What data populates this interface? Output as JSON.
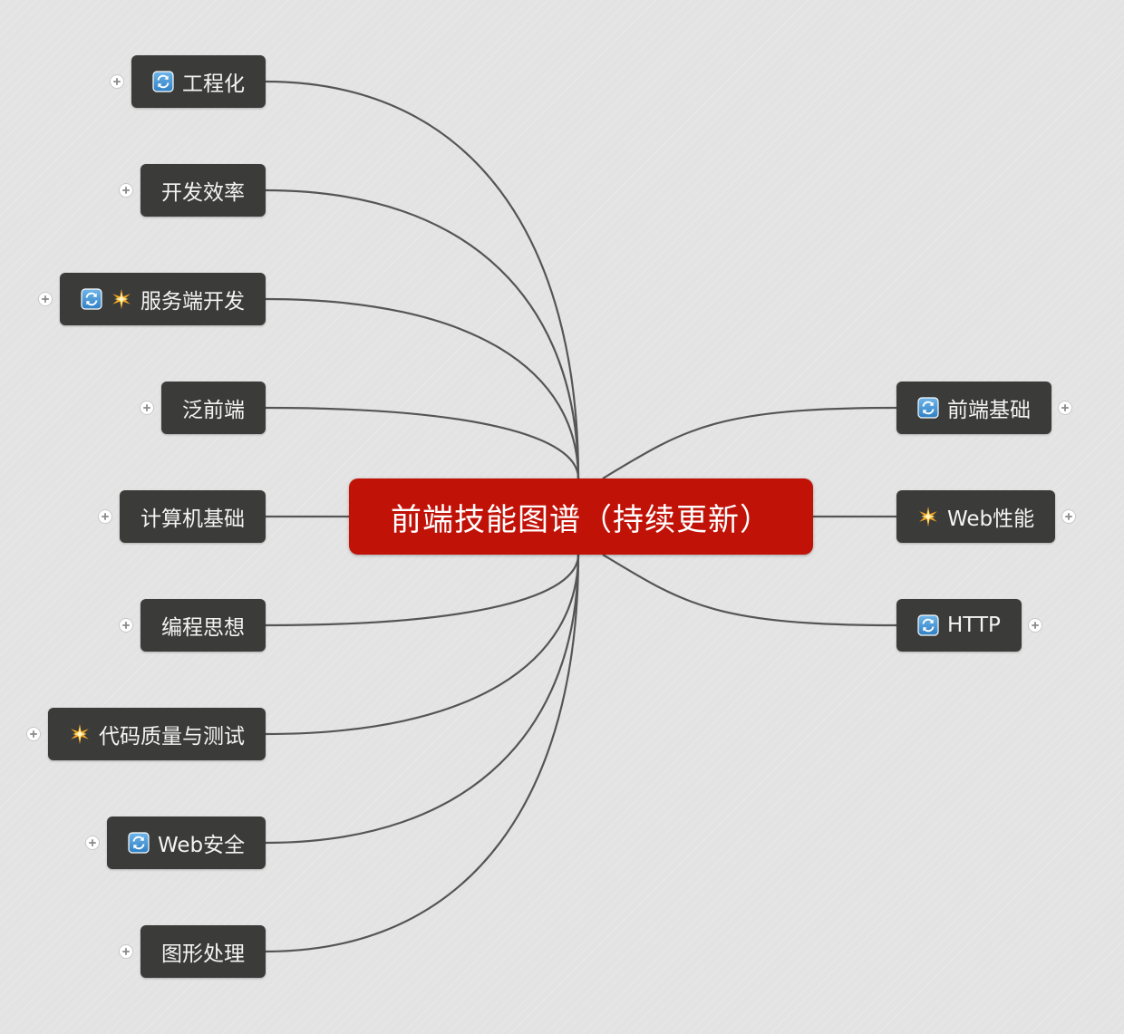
{
  "root": {
    "label": "前端技能图谱（持续更新）"
  },
  "colors": {
    "root_fill": "#c11208",
    "node_fill": "#3b3b39",
    "node_text": "#f4f4f4",
    "edge": "#555555",
    "background": "#e3e3e3"
  },
  "branches": [
    {
      "id": "engineering",
      "label": "工程化",
      "icons": [
        "refresh-icon"
      ],
      "side": "left",
      "collapsed": true
    },
    {
      "id": "dev-efficiency",
      "label": "开发效率",
      "icons": [],
      "side": "left",
      "collapsed": true
    },
    {
      "id": "server-side",
      "label": "服务端开发",
      "icons": [
        "refresh-icon",
        "star-icon"
      ],
      "side": "left",
      "collapsed": true
    },
    {
      "id": "pan-frontend",
      "label": "泛前端",
      "icons": [],
      "side": "left",
      "collapsed": true
    },
    {
      "id": "cs-basics",
      "label": "计算机基础",
      "icons": [],
      "side": "left",
      "collapsed": true
    },
    {
      "id": "programming-thinking",
      "label": "编程思想",
      "icons": [],
      "side": "left",
      "collapsed": true
    },
    {
      "id": "code-quality",
      "label": "代码质量与测试",
      "icons": [
        "star-icon"
      ],
      "side": "left",
      "collapsed": true
    },
    {
      "id": "web-security",
      "label": "Web安全",
      "icons": [
        "refresh-icon"
      ],
      "side": "left",
      "collapsed": true
    },
    {
      "id": "graphics",
      "label": "图形处理",
      "icons": [],
      "side": "left",
      "collapsed": true
    },
    {
      "id": "frontend-basics",
      "label": "前端基础",
      "icons": [
        "refresh-icon"
      ],
      "side": "right",
      "collapsed": true
    },
    {
      "id": "web-performance",
      "label": "Web性能",
      "icons": [
        "star-icon"
      ],
      "side": "right",
      "collapsed": true
    },
    {
      "id": "http",
      "label": "HTTP",
      "icons": [
        "refresh-icon"
      ],
      "side": "right",
      "collapsed": true
    }
  ]
}
